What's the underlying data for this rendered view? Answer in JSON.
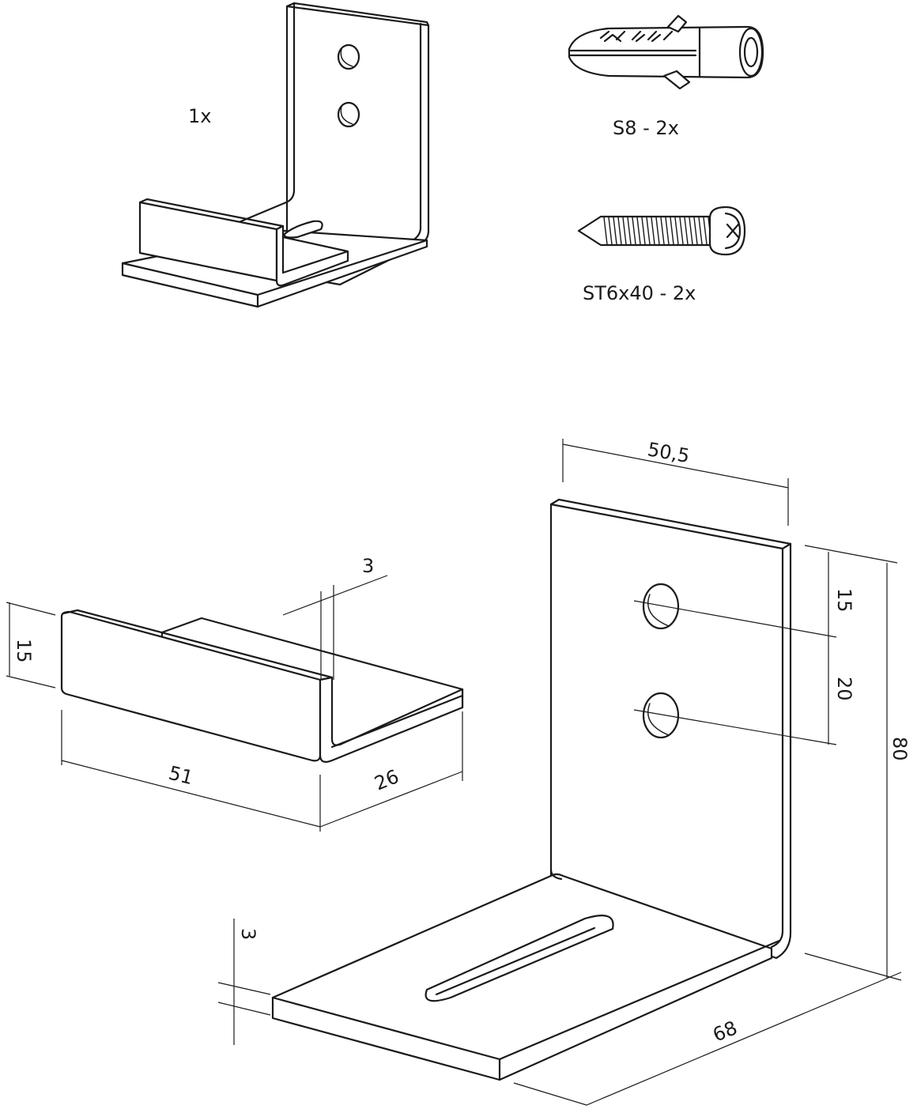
{
  "parts": {
    "bracket_qty": "1x",
    "anchor_label": "S8 - 2x",
    "screw_label": "ST6x40 - 2x"
  },
  "dimensions": {
    "guide_height": "15",
    "guide_thickness": "3",
    "guide_length": "51",
    "guide_width": "26",
    "bracket_width": "50,5",
    "hole_offset": "15",
    "hole_spacing": "20",
    "bracket_height": "80",
    "bracket_depth": "68",
    "base_thickness": "3"
  }
}
